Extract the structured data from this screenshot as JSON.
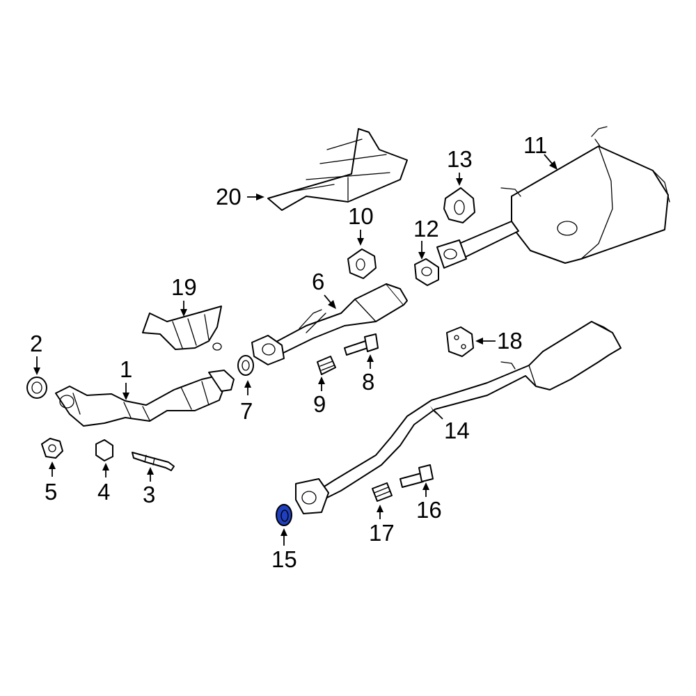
{
  "callouts": [
    {
      "number": "1"
    },
    {
      "number": "2"
    },
    {
      "number": "3"
    },
    {
      "number": "4"
    },
    {
      "number": "5"
    },
    {
      "number": "6"
    },
    {
      "number": "7"
    },
    {
      "number": "8"
    },
    {
      "number": "9"
    },
    {
      "number": "10"
    },
    {
      "number": "11"
    },
    {
      "number": "12"
    },
    {
      "number": "13"
    },
    {
      "number": "14"
    },
    {
      "number": "15"
    },
    {
      "number": "16"
    },
    {
      "number": "17"
    },
    {
      "number": "18"
    },
    {
      "number": "19"
    },
    {
      "number": "20"
    }
  ],
  "highlighted_part": "15",
  "colors": {
    "highlight": "#1f3fbf",
    "line": "#000000",
    "background": "#ffffff"
  }
}
